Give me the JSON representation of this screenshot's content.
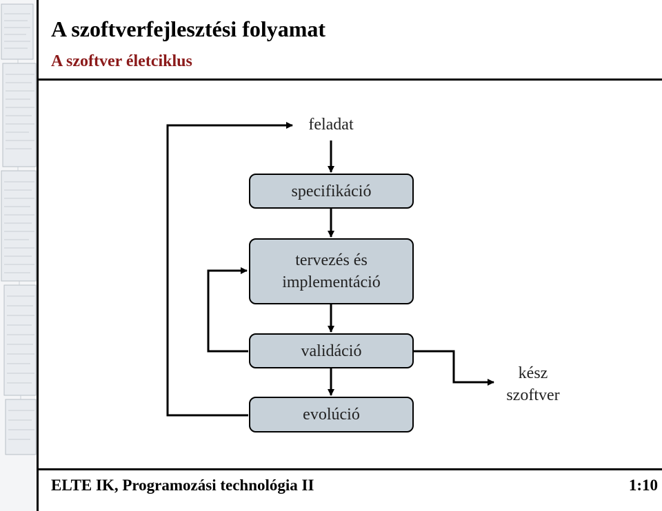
{
  "header": {
    "title": "A szoftverfejlesztési folyamat",
    "subtitle": "A szoftver életciklus"
  },
  "diagram": {
    "start_label": "feladat",
    "nodes": {
      "spec": "specifikáció",
      "design": "tervezés és\nimplementáció",
      "validation": "validáció",
      "evolution": "evolúció"
    },
    "end_label": "kész\nszoftver"
  },
  "footer": {
    "left": "ELTE IK, Programozási technológia II",
    "right": "1:10"
  },
  "colors": {
    "node_fill": "#c7d1d9",
    "subtitle": "#8b1a1a"
  }
}
